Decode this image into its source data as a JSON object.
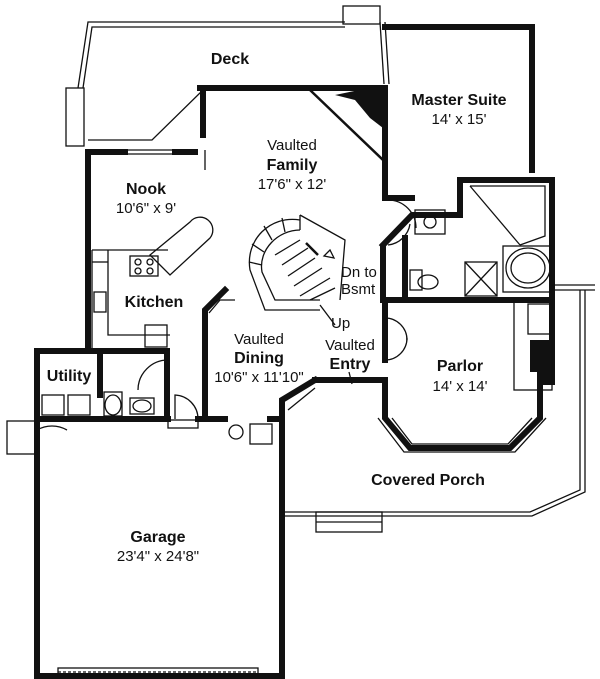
{
  "rooms": {
    "deck": {
      "name": "Deck"
    },
    "master": {
      "name": "Master Suite",
      "size": "14' x 15'"
    },
    "family": {
      "prefix": "Vaulted",
      "name": "Family",
      "size": "17'6\" x 12'"
    },
    "nook": {
      "name": "Nook",
      "size": "10'6\" x 9'"
    },
    "kitchen": {
      "name": "Kitchen"
    },
    "dining": {
      "prefix": "Vaulted",
      "name": "Dining",
      "size": "10'6\" x 11'10\""
    },
    "entry": {
      "prefix": "Vaulted",
      "name": "Entry"
    },
    "parlor": {
      "name": "Parlor",
      "size": "14' x 14'"
    },
    "utility": {
      "name": "Utility"
    },
    "porch": {
      "name": "Covered Porch"
    },
    "garage": {
      "name": "Garage",
      "size": "23'4\" x 24'8\""
    }
  },
  "stairs": {
    "down_line1": "Dn to",
    "down_line2": "Bsmt",
    "up": "Up"
  }
}
